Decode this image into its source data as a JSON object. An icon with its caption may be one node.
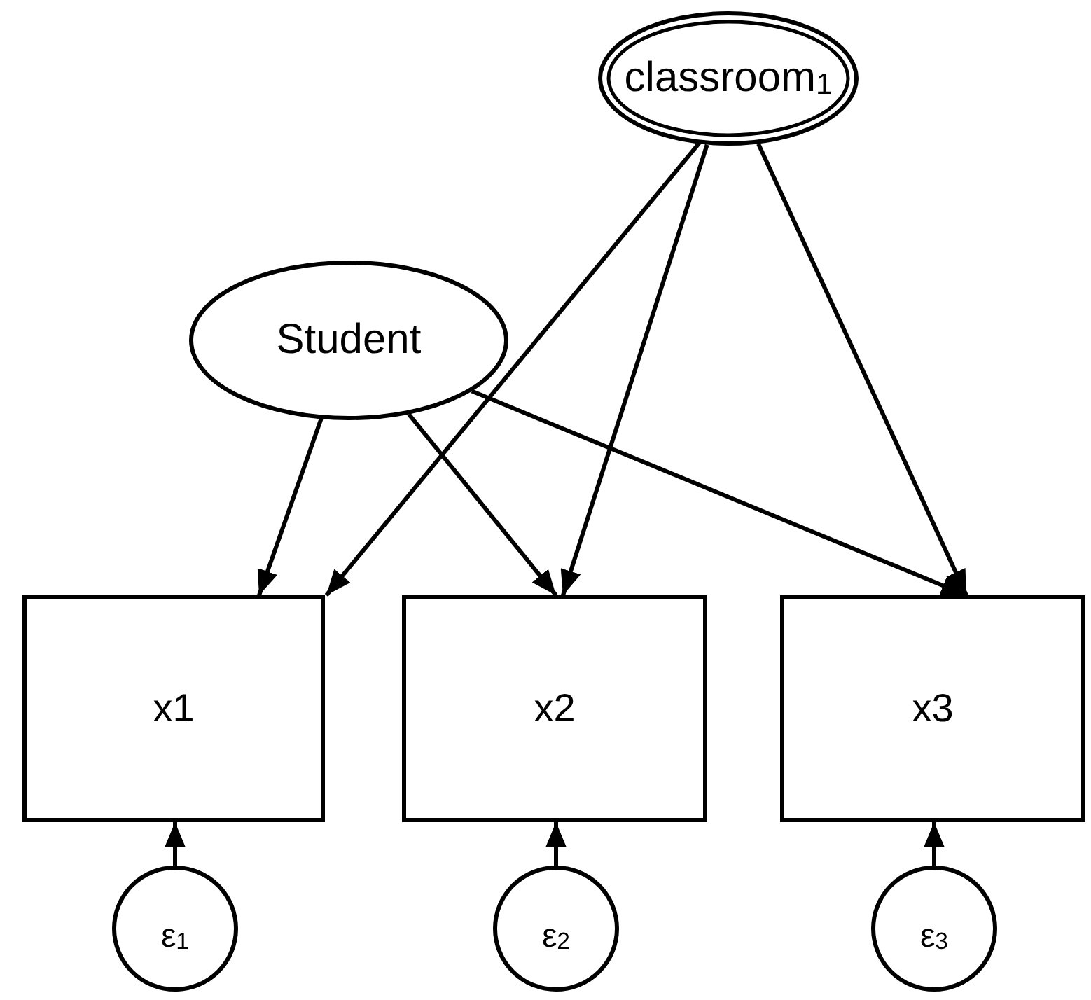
{
  "diagram": {
    "nodes": [
      {
        "text": [
          "classroom$_{1}$"
        ]
      },
      {
        "text": [
          "Student"
        ]
      },
      {
        "text": [
          "x1"
        ]
      },
      {
        "text": [
          "x2"
        ]
      },
      {
        "text": [
          "x3"
        ]
      },
      {
        "text": [
          "ε$_{1}$"
        ]
      },
      {
        "text": [
          "ε$_{2}$"
        ]
      },
      {
        "text": [
          "ε$_{3}$"
        ]
      }
    ],
    "edges": [
      {
        "from": 1,
        "to": 2,
        "arrow": "to"
      },
      {
        "from": 1,
        "to": 3,
        "arrow": "to"
      },
      {
        "from": 1,
        "to": 4,
        "arrow": "to"
      },
      {
        "from": 0,
        "to": 2,
        "arrow": "to"
      },
      {
        "from": 0,
        "to": 3,
        "arrow": "to"
      },
      {
        "from": 0,
        "to": 4,
        "arrow": "to"
      },
      {
        "from": 5,
        "to": 2,
        "arrow": "to"
      },
      {
        "from": 6,
        "to": 3,
        "arrow": "to"
      },
      {
        "from": 7,
        "to": 4,
        "arrow": "to"
      }
    ]
  }
}
